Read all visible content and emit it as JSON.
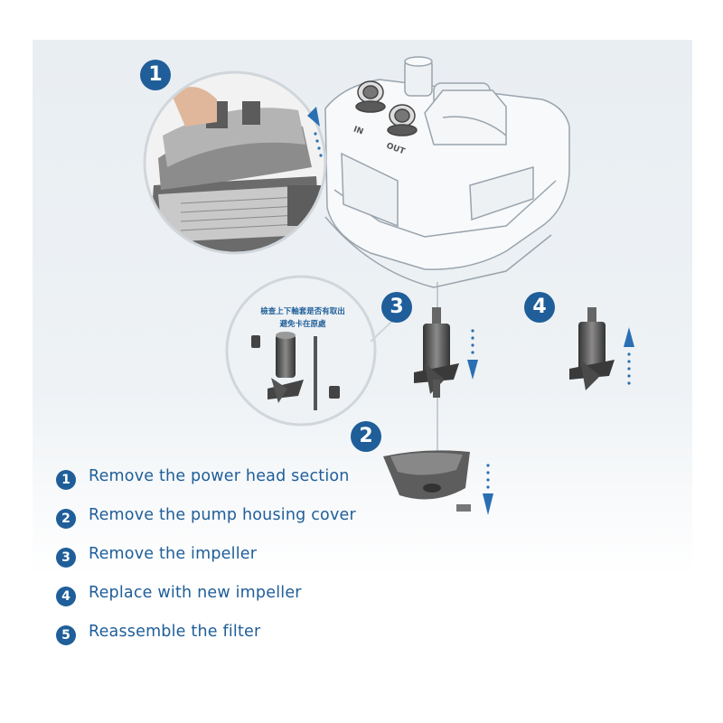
{
  "badges": {
    "one": "1",
    "two": "2",
    "three": "3",
    "four": "4"
  },
  "ports": {
    "in_label": "IN",
    "out_label": "OUT"
  },
  "note_lines": [
    "檢查上下軸套是否有取出",
    "避免卡在原處"
  ],
  "steps": [
    {
      "number": "1",
      "text": "Remove the power head section"
    },
    {
      "number": "2",
      "text": "Remove the pump housing cover"
    },
    {
      "number": "3",
      "text": "Remove the impeller"
    },
    {
      "number": "4",
      "text": "Replace with new impeller"
    },
    {
      "number": "5",
      "text": "Reassemble the filter"
    }
  ],
  "colors": {
    "accent": "#1f5e99",
    "arrow": "#2a6fb3",
    "part_dark": "#4a4a4a",
    "background_panel": "#e9eef2"
  },
  "icons": {
    "arrow_up": "arrow-up-icon",
    "arrow_down": "arrow-down-icon"
  }
}
